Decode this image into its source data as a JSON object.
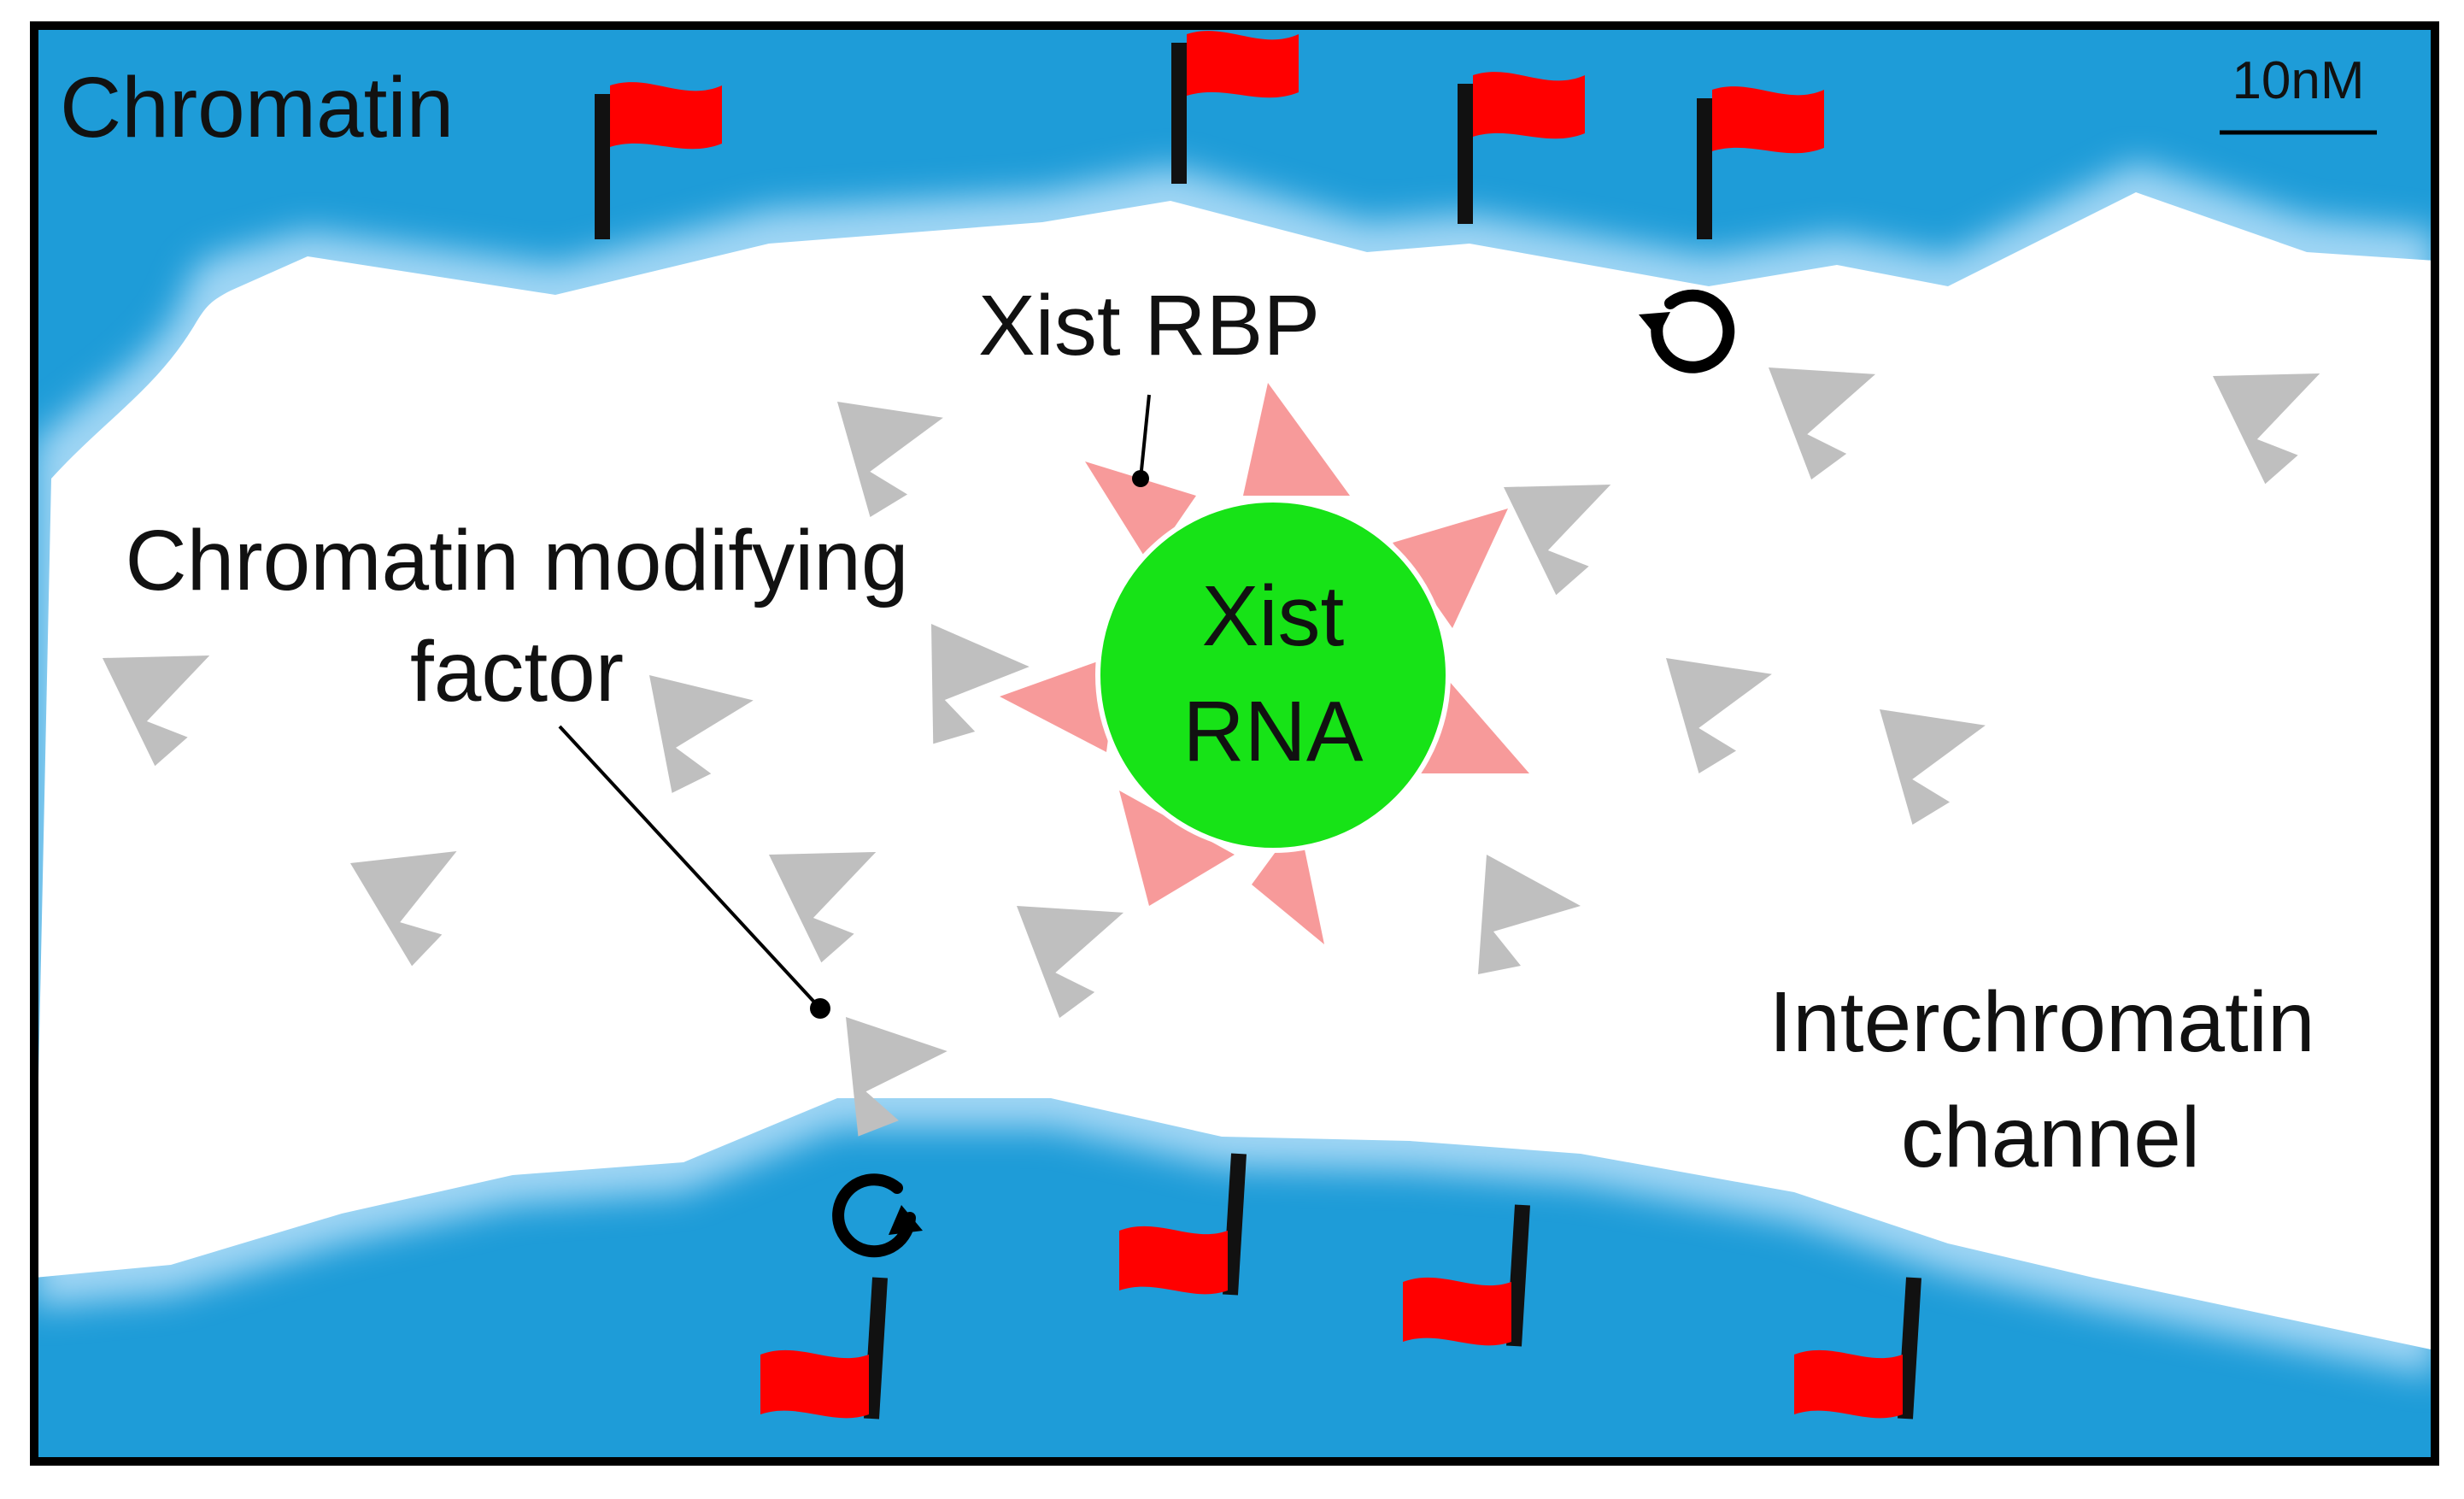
{
  "labels": {
    "chromatin": "Chromatin",
    "scale_bar": "10nM",
    "xist_rbp": "Xist RBP",
    "chromatin_modifying_factor_line1": "Chromatin modifying",
    "chromatin_modifying_factor_line2": "factor",
    "xist_rna_line1": "Xist",
    "xist_rna_line2": "RNA",
    "interchromatin_channel_line1": "Interchromatin",
    "interchromatin_channel_line2": "channel"
  },
  "colors": {
    "chromatin": "#1e9cd8",
    "chromatin_edge": "#9fd5f4",
    "channel": "#ffffff",
    "border": "#000000",
    "flag": "#ff0000",
    "flag_pole": "#111111",
    "modifying_factor": "#bfbfbf",
    "xist_rbp": "#f79a9a",
    "xist_rna": "#17e317",
    "text": "#111111",
    "arrow": "#000000"
  },
  "icons": {
    "histone_mark": "flag-icon",
    "rotation": "circular-arrow-icon",
    "modifying_factor": "chevron-shape",
    "rbp": "triangle-shape"
  }
}
